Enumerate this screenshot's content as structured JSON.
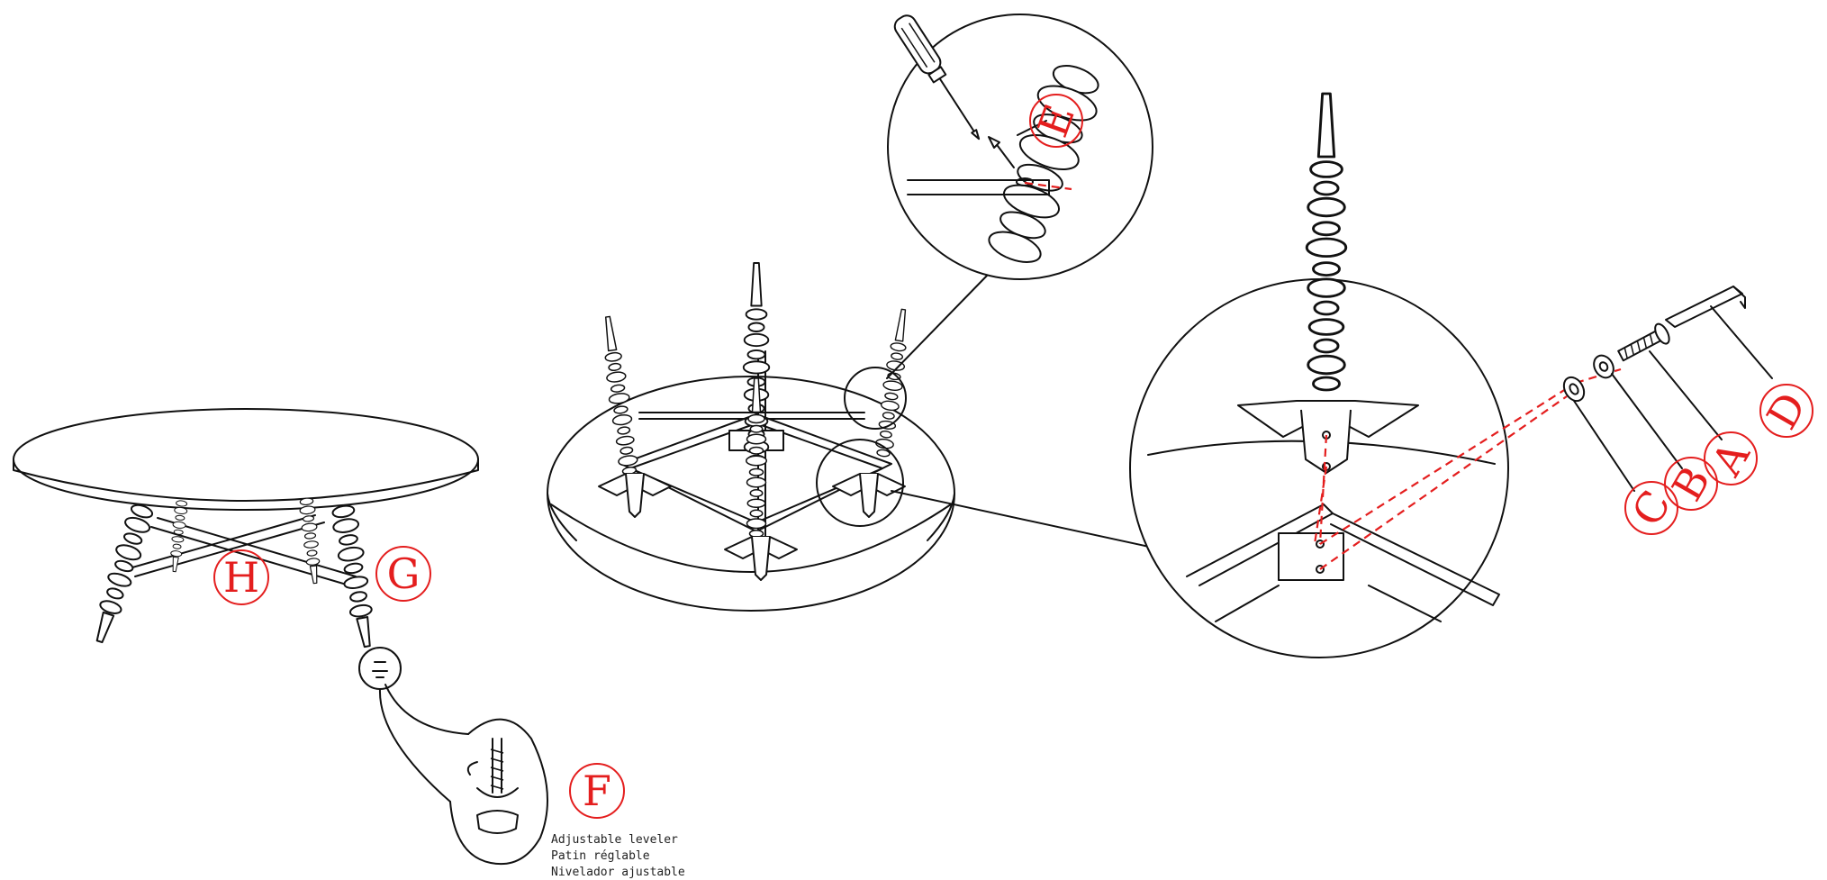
{
  "labels": {
    "A": "A",
    "B": "B",
    "C": "C",
    "D": "D",
    "E": "E",
    "F": "F",
    "G": "G",
    "H": "H"
  },
  "caption": {
    "line1": "Adjustable leveler",
    "line2": "Patin réglable",
    "line3": "Nivelador ajustable"
  },
  "colors": {
    "callout": "#e41e1e",
    "line": "#111111"
  }
}
